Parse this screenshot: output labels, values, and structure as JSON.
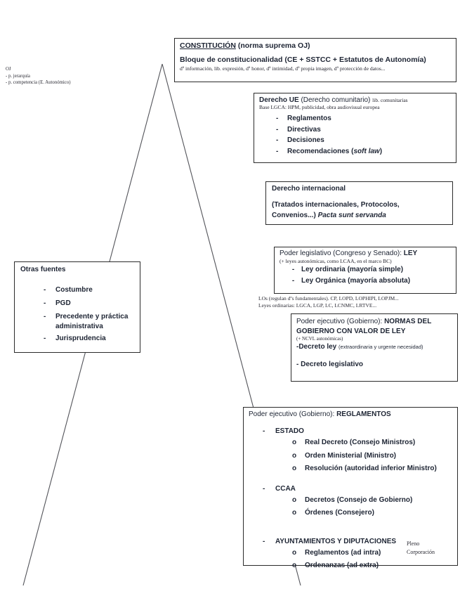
{
  "colors": {
    "background": "#ffffff",
    "text": "#1d2433",
    "box_border": "#2b2b2b",
    "pyramid_line": "#53545a"
  },
  "markers": {
    "dash": "-",
    "circle": "o"
  },
  "oj_note": {
    "line1": "OJ",
    "line2": "- p. jerarquía",
    "line3": "- p. competencia (E. Autonómico)"
  },
  "constitucion_box": {
    "title": "CONSTITUCIÓN",
    "title_suffix": " (norma suprema OJ)",
    "line2": "Bloque de constitucionalidad (CE + SSTCC + Estatutos de Autonomía)",
    "line3": "dº información, lib. expresión, dº honor, dº intimidad, dº propia imagen, dº protección de datos..."
  },
  "eu_box": {
    "title_bold": "Derecho UE",
    "title_rest": " (Derecho comunitario) ",
    "title_note": "lib. comunitarias",
    "subtitle": "Base LGCA: HPM, publicidad, obra audiovisual europea",
    "items": [
      "Reglamentos",
      "Directivas",
      "Decisiones"
    ],
    "item4_prefix": "Recomendaciones (",
    "item4_italic": "soft law",
    "item4_suffix": ")"
  },
  "intl_box": {
    "title": "Derecho internacional",
    "line2": "(Tratados internacionales, Protocolos,",
    "line3_prefix": "Convenios...) ",
    "line3_italic": "Pacta sunt servanda"
  },
  "ley_box": {
    "title_prefix": "Poder legislativo (Congreso y Senado): ",
    "title_bold": "LEY",
    "subtitle": "(+ leyes autonómicas, como LCAA, en el marco BC)",
    "items": [
      "Ley ordinaria (mayoría simple)",
      "Ley Orgánica (mayoría absoluta)"
    ]
  },
  "ley_note": {
    "line1": "LOs (regulan dºs fundamentales). CP, LOPD, LOPHIPI, LOPJM...",
    "line2": "Leyes ordinarias: LGCA, LGP, LC, LCNMC, LRTVE..."
  },
  "ncvl_box": {
    "title_prefix": "Poder ejecutivo (Gobierno): ",
    "title_bold": "NORMAS DEL GOBIERNO CON VALOR DE LEY",
    "subtitle": "(+ NCVL autonómicas)",
    "item1_bold": "-Decreto ley ",
    "item1_note": "(extraordinaria y urgente necesidad)",
    "item2": "- Decreto legislativo"
  },
  "otras_box": {
    "title": "Otras fuentes",
    "items": [
      "Costumbre",
      "PGD",
      "Precedente y práctica administrativa",
      "Jurisprudencia"
    ]
  },
  "regl_box": {
    "title_prefix": "Poder ejecutivo (Gobierno): ",
    "title_bold": "REGLAMENTOS",
    "sections": [
      {
        "label": "ESTADO",
        "items": [
          "Real Decreto (Consejo Ministros)",
          "Orden Ministerial (Ministro)",
          "Resolución (autoridad inferior Ministro)"
        ]
      },
      {
        "label": "CCAA",
        "items": [
          "Decretos (Consejo de Gobierno)",
          "Órdenes (Consejero)"
        ]
      },
      {
        "label": "AYUNTAMIENTOS Y DIPUTACIONES",
        "items": [
          "Reglamentos (ad intra)",
          "Ordenanzas (ad extra)"
        ]
      }
    ],
    "side_note_line1": "Pleno",
    "side_note_line2": "Corporación"
  }
}
